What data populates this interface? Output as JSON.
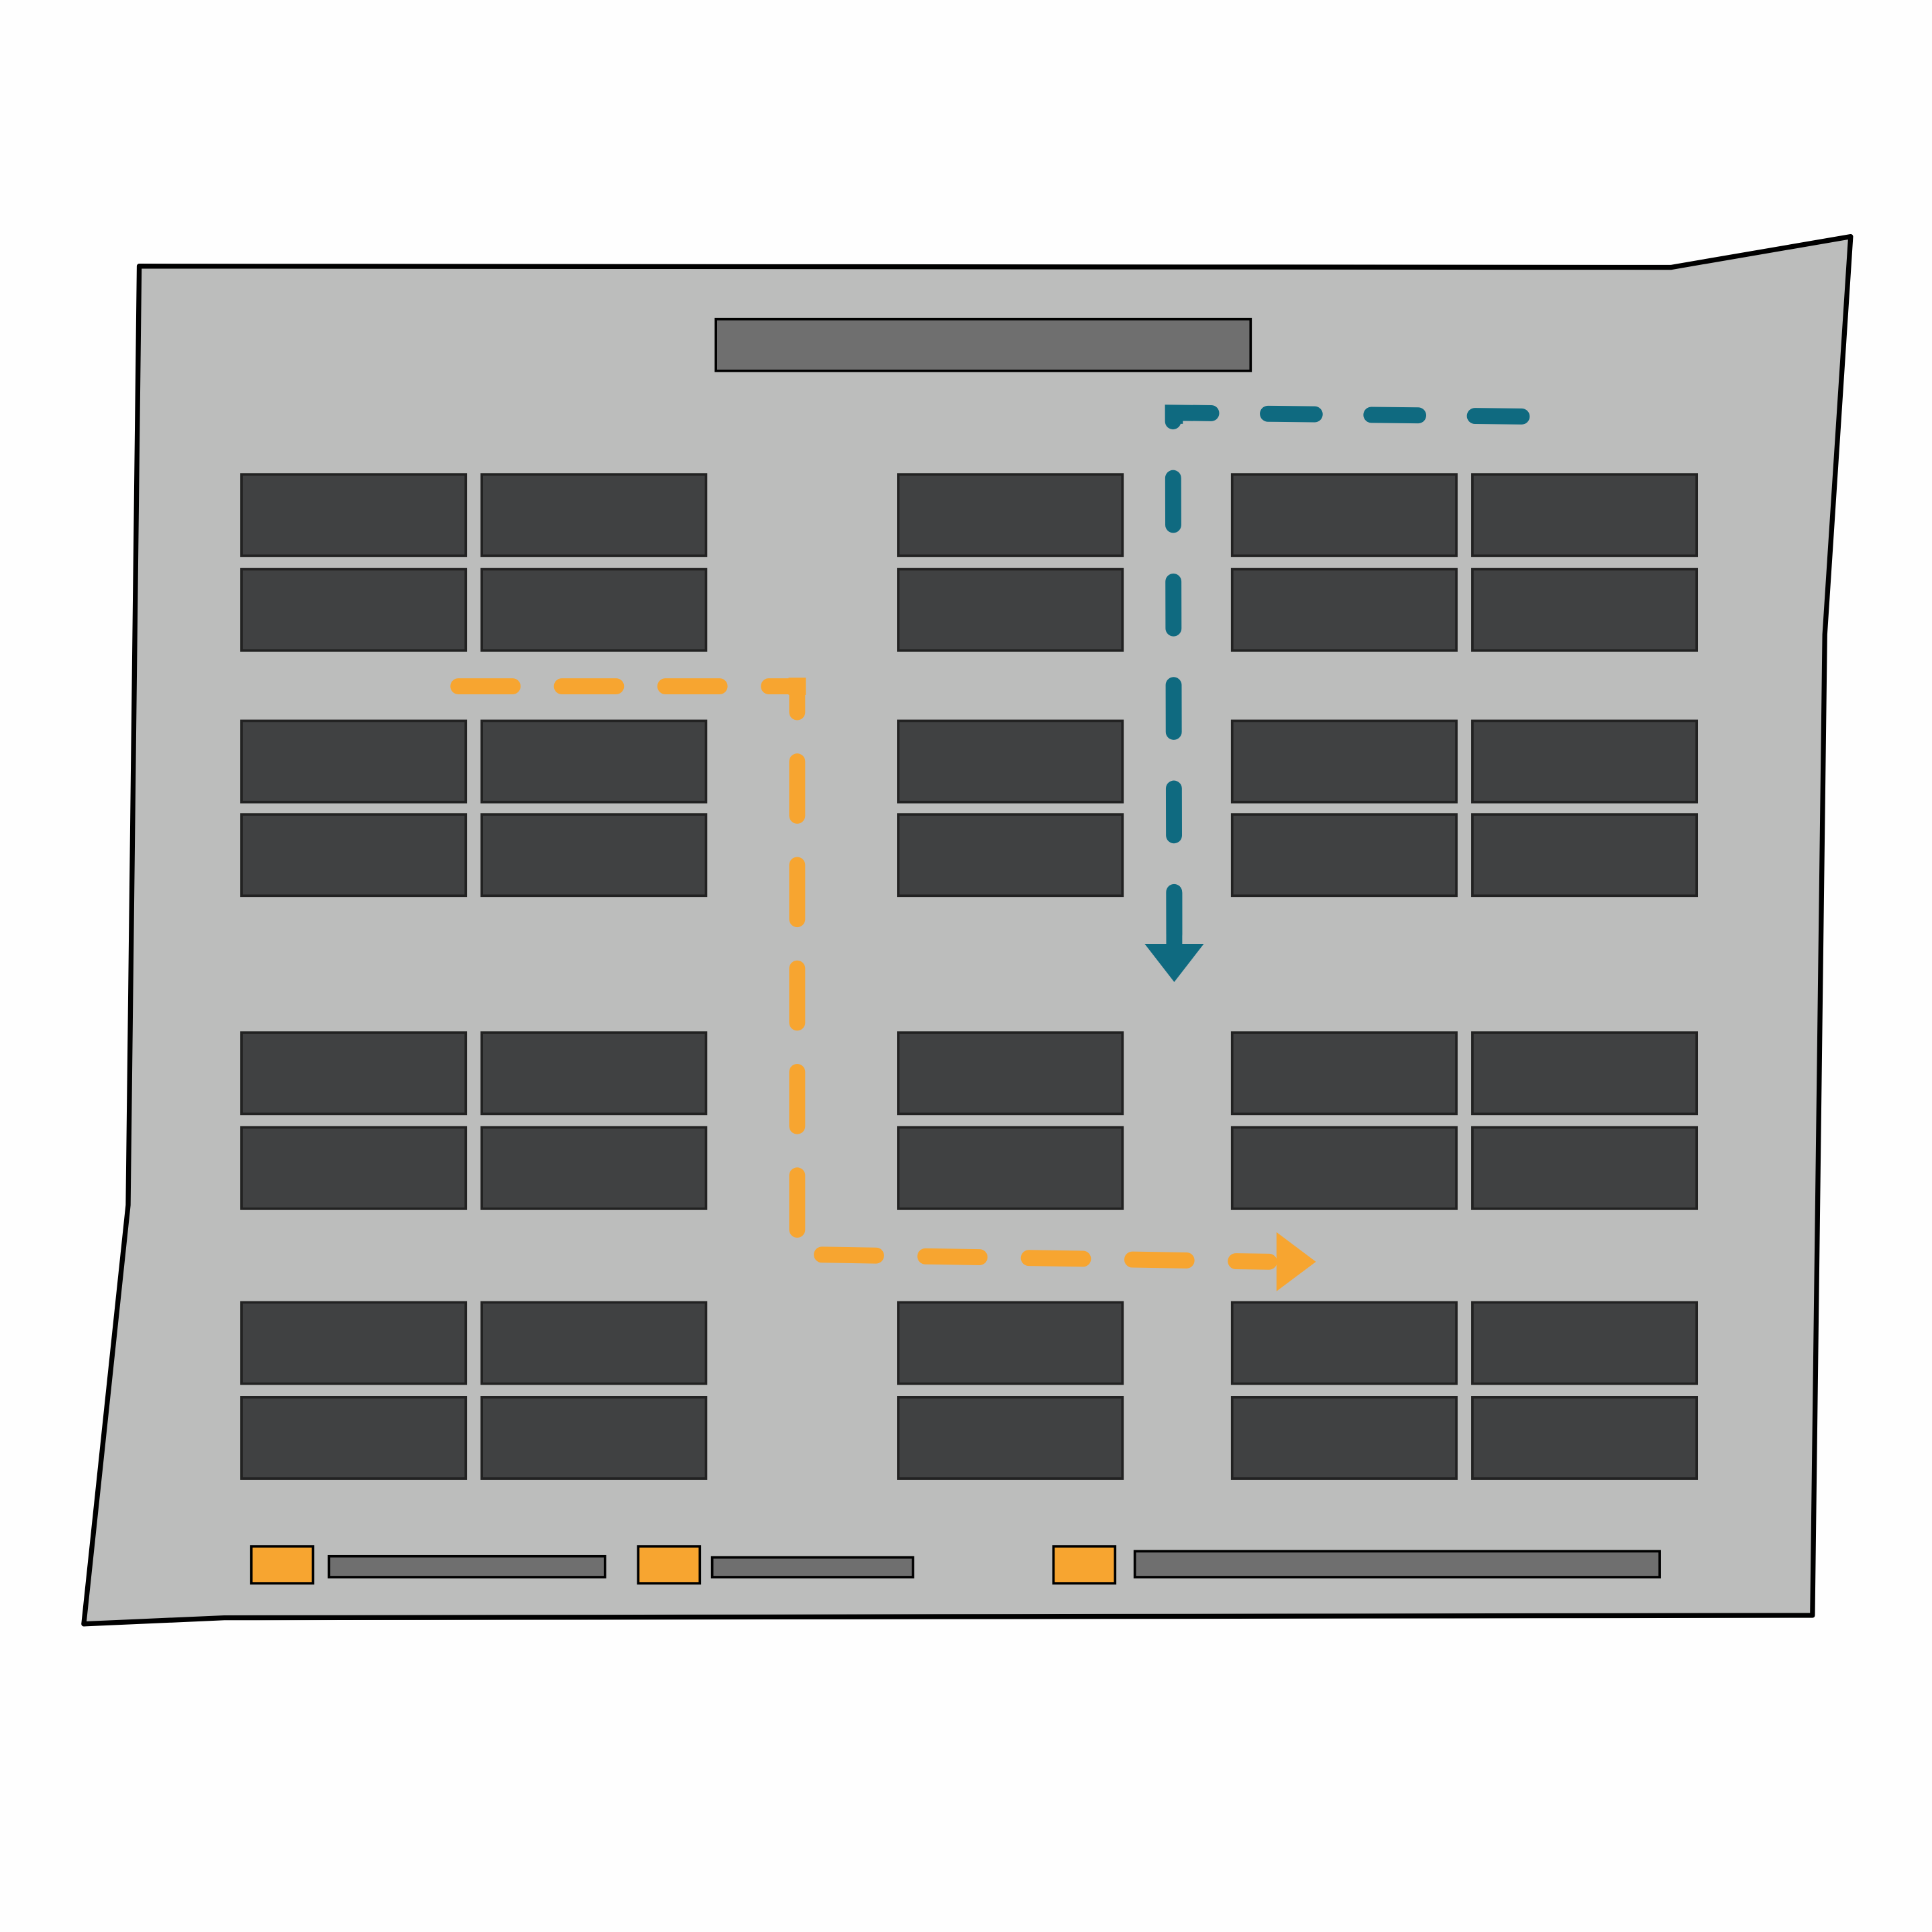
{
  "colors": {
    "background": "#fefefe",
    "floor": "#bcbdbc",
    "outline": "#000000",
    "block": "#404142",
    "title_bar": "#6f6f6f",
    "legend_bar": "#6f6f6f",
    "legend_swatch": "#f7a530",
    "path_orange": "#f7a530",
    "path_teal": "#0f6a80"
  },
  "legend": {
    "items": [
      {
        "swatch": "orange"
      },
      {
        "swatch": "orange"
      },
      {
        "swatch": "orange"
      }
    ]
  },
  "paths": [
    {
      "name": "orange-route",
      "style": "dashed",
      "direction": "right",
      "color": "#f7a530"
    },
    {
      "name": "teal-route",
      "style": "dashed",
      "direction": "down",
      "color": "#0f6a80"
    }
  ]
}
